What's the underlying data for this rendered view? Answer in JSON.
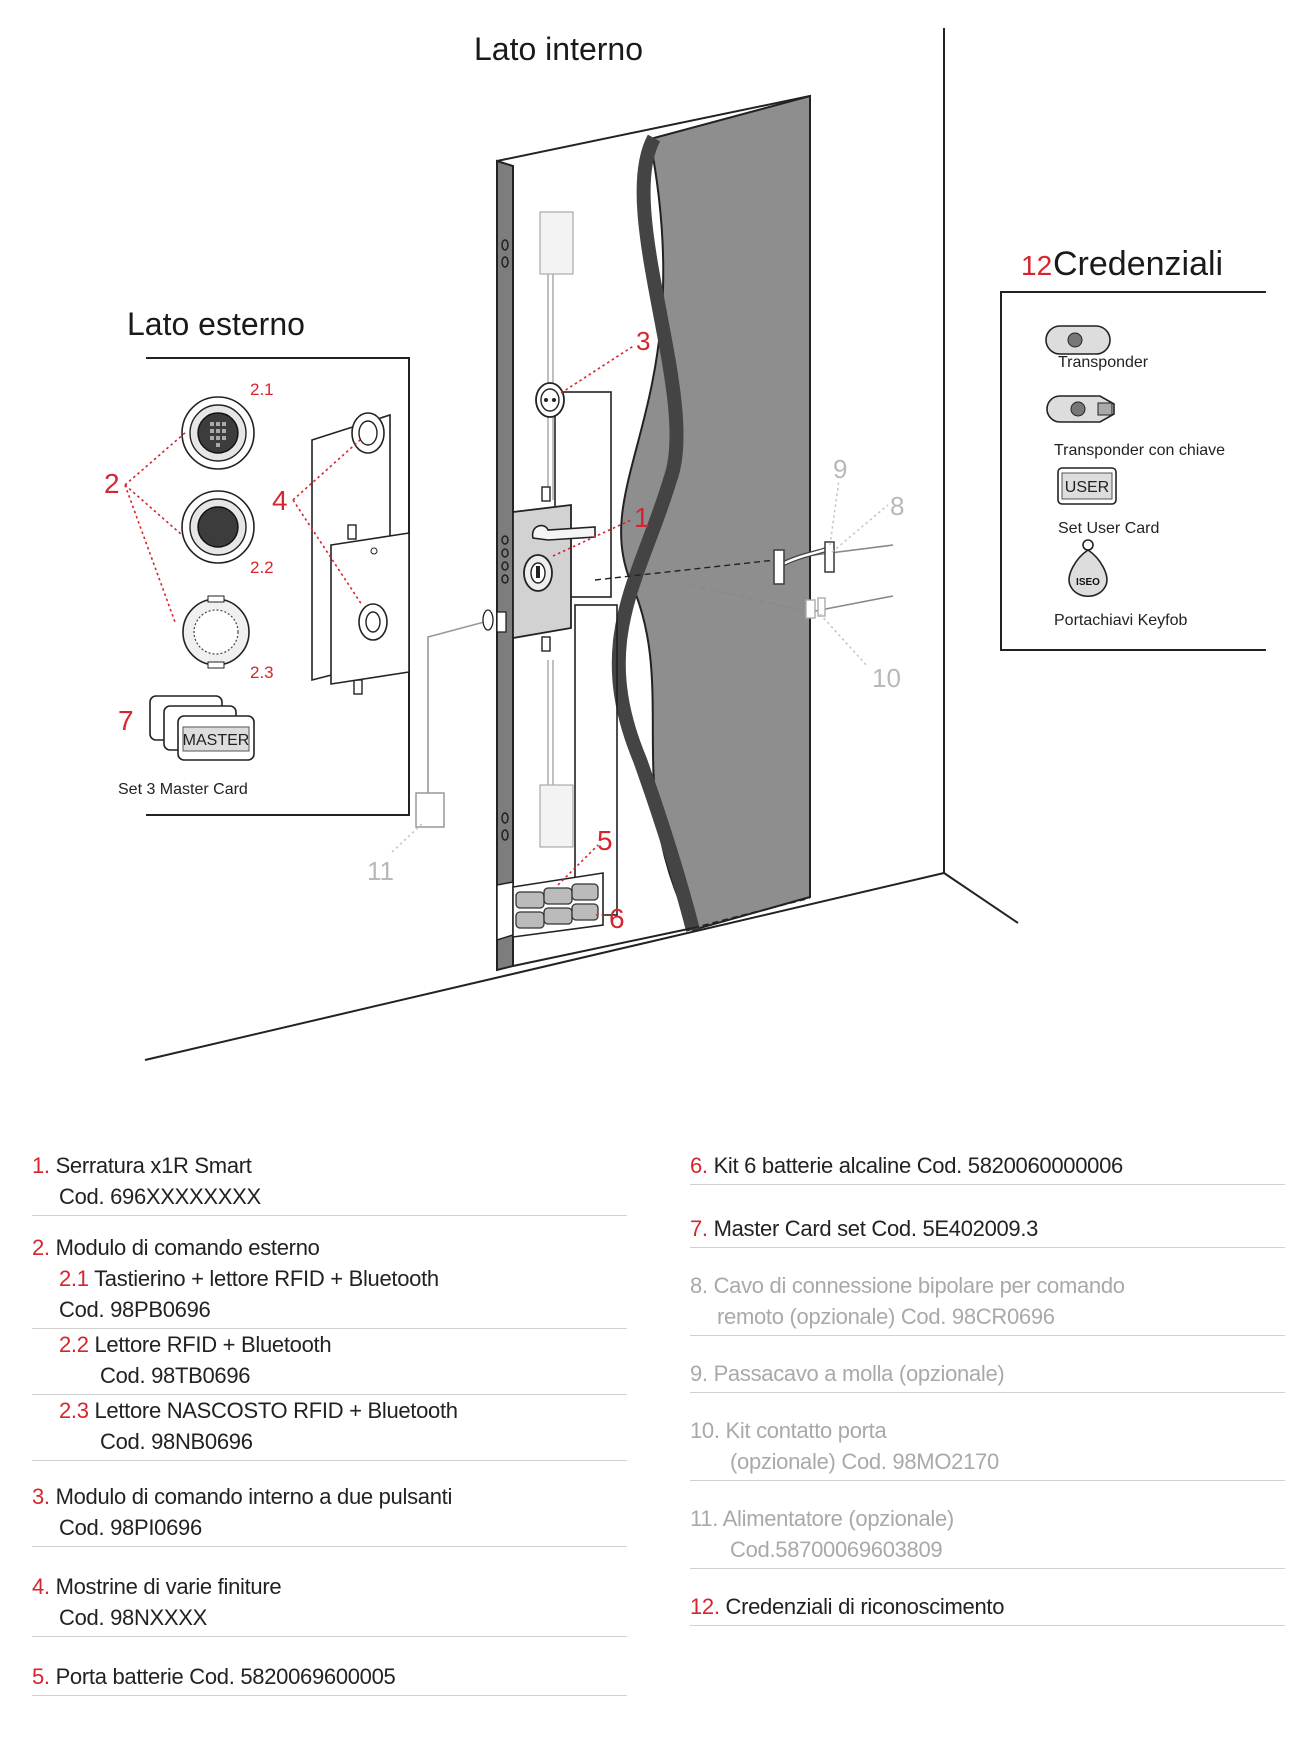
{
  "labels": {
    "lato_interno": "Lato interno",
    "lato_esterno": "Lato esterno",
    "credenziali_num": "12",
    "credenziali_title": "Credenziali",
    "master_card": "MASTER",
    "set_master": "Set 3 Master Card",
    "user_card": "USER"
  },
  "callouts": {
    "c1": "1",
    "c2": "2",
    "c21": "2.1",
    "c22": "2.2",
    "c23": "2.3",
    "c3": "3",
    "c4": "4",
    "c5": "5",
    "c6": "6",
    "c7": "7",
    "c8": "8",
    "c9": "9",
    "c10": "10",
    "c11": "11"
  },
  "credentials": {
    "transponder": "Transponder",
    "transponder_key": "Transponder con chiave",
    "set_user": "Set User Card",
    "keyfob": "Portachiavi Keyfob",
    "iseo": "ISEO"
  },
  "legend_left": [
    {
      "num": "1.",
      "lines": [
        "Serratura x1R Smart",
        "Cod. 696XXXXXXXX"
      ]
    },
    {
      "num": "2.",
      "lines": [
        "Modulo di comando esterno"
      ],
      "subs": [
        {
          "num": "2.1",
          "text": "Tastierino + lettore RFID + Bluetooth",
          "code": "Cod. 98PB0696"
        },
        {
          "num": "2.2",
          "text": "Lettore RFID + Bluetooth",
          "code": "Cod. 98TB0696"
        },
        {
          "num": "2.3",
          "text": "Lettore NASCOSTO RFID + Bluetooth",
          "code": "Cod. 98NB0696"
        }
      ]
    },
    {
      "num": "3.",
      "lines": [
        "Modulo di comando interno a due pulsanti",
        "Cod. 98PI0696"
      ]
    },
    {
      "num": "4.",
      "lines": [
        "Mostrine di varie finiture",
        "Cod. 98NXXXX"
      ]
    },
    {
      "num": "5.",
      "lines": [
        "Porta batterie Cod. 5820069600005"
      ]
    }
  ],
  "legend_right": [
    {
      "num": "6.",
      "lines": [
        "Kit 6 batterie alcaline Cod. 5820060000006"
      ],
      "optional": false
    },
    {
      "num": "7.",
      "lines": [
        "Master Card set Cod. 5E402009.3"
      ],
      "optional": false
    },
    {
      "num": "8.",
      "lines": [
        "Cavo di connessione bipolare per comando",
        "remoto (opzionale) Cod. 98CR0696"
      ],
      "optional": true
    },
    {
      "num": "9.",
      "lines": [
        "Passacavo a molla (opzionale)"
      ],
      "optional": true
    },
    {
      "num": "10.",
      "lines": [
        "Kit contatto porta",
        "(opzionale) Cod. 98MO2170"
      ],
      "optional": true
    },
    {
      "num": "11.",
      "lines": [
        "Alimentatore (opzionale)",
        "Cod.58700069603809"
      ],
      "optional": true
    },
    {
      "num": "12.",
      "lines": [
        "Credenziali di riconoscimento"
      ],
      "optional": false
    }
  ],
  "colors": {
    "accent": "#d6252c",
    "door_grey": "#8c8c8c",
    "optional_text": "#a9a9a9"
  }
}
